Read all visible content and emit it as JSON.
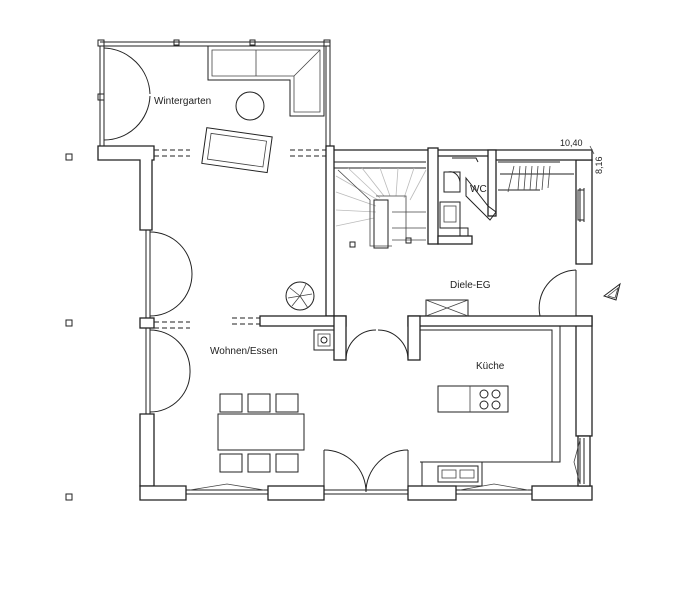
{
  "rooms": {
    "wintergarten": "Wintergarten",
    "wohnen": "Wohnen/Essen",
    "wc": "WC",
    "diele": "Diele-EG",
    "kueche": "Küche"
  },
  "dimensions": {
    "width": "10,40",
    "depth": "8,16"
  }
}
